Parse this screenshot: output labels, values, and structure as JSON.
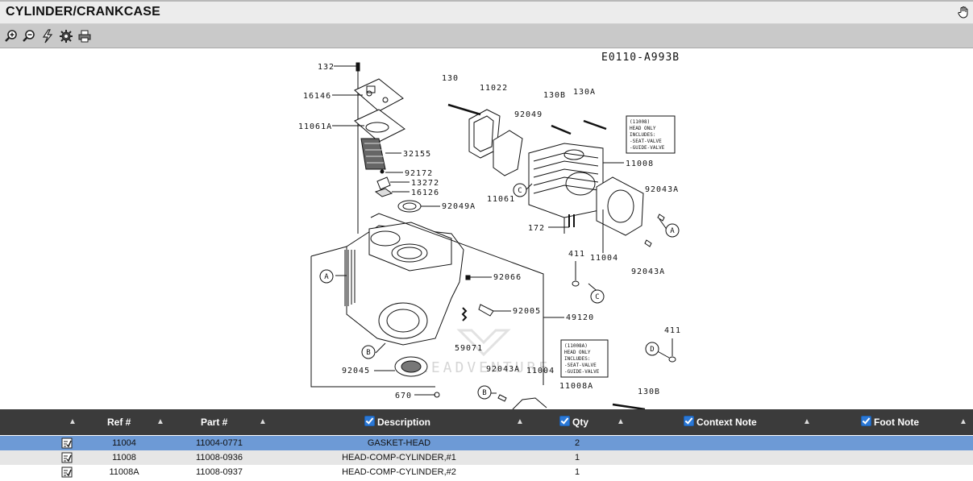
{
  "window": {
    "title": "CYLINDER/CRANKCASE"
  },
  "toolbar": {
    "buttons": [
      "zoom-in-icon",
      "zoom-out-icon",
      "highlight-icon",
      "settings-icon",
      "print-icon"
    ]
  },
  "diagram": {
    "code": "E0110-A993B",
    "watermark": "LEADVENTURE",
    "part_labels": [
      "132",
      "16146",
      "11061A",
      "32155",
      "92172",
      "13272",
      "16126",
      "92049A",
      "130",
      "11022",
      "130B",
      "130A",
      "92049",
      "11008",
      "11061",
      "92043A",
      "172",
      "411",
      "11004",
      "92043A",
      "92066",
      "92005",
      "49120",
      "59071",
      "92045",
      "670",
      "92043A",
      "11004",
      "11008A",
      "130B",
      "411"
    ],
    "callouts": [
      "A",
      "B",
      "C",
      "C",
      "A",
      "D",
      "B"
    ],
    "note_1": [
      "(11008)",
      "HEAD ONLY",
      "INCLUDES:",
      "-SEAT-VALVE",
      "-GUIDE-VALVE"
    ],
    "note_2": [
      "(11008A)",
      "HEAD ONLY",
      "INCLUDES:",
      "-SEAT-VALVE",
      "-GUIDE-VALVE"
    ]
  },
  "grid": {
    "columns": {
      "ref": "Ref #",
      "part": "Part #",
      "description": "Description",
      "qty": "Qty",
      "context": "Context Note",
      "foot": "Foot Note"
    },
    "rows": [
      {
        "ref": "11004",
        "part": "11004-0771",
        "description": "GASKET-HEAD",
        "qty": "2",
        "context": "",
        "foot": ""
      },
      {
        "ref": "11008",
        "part": "11008-0936",
        "description": "HEAD-COMP-CYLINDER,#1",
        "qty": "1",
        "context": "",
        "foot": ""
      },
      {
        "ref": "11008A",
        "part": "11008-0937",
        "description": "HEAD-COMP-CYLINDER,#2",
        "qty": "1",
        "context": "",
        "foot": ""
      }
    ]
  },
  "colors": {
    "header_bg": "#3b3b3b",
    "selected_row": "#6d9ad6",
    "toolbar_bg": "#c9c9c9"
  }
}
